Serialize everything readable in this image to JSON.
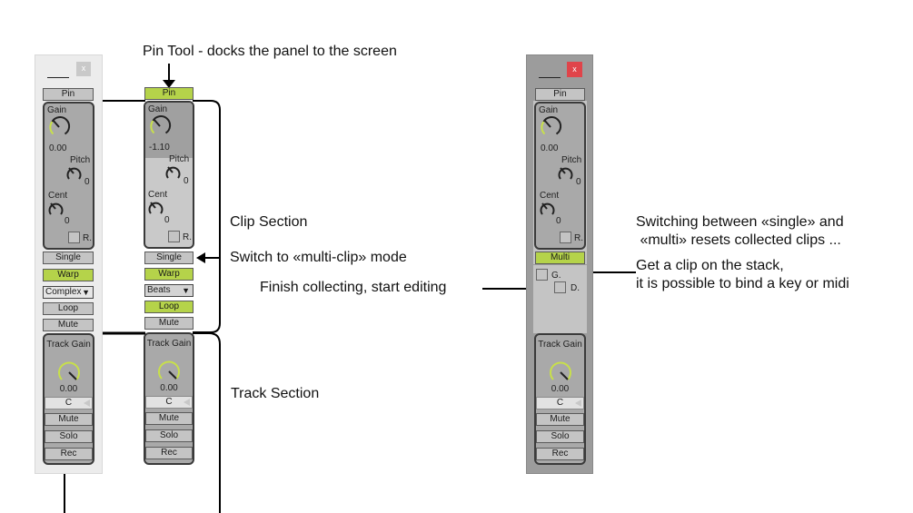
{
  "annotations": {
    "pin_tool": "Pin Tool - docks the panel to the screen",
    "clip_section": "Clip Section",
    "switch_multi": "Switch to «multi-clip» mode",
    "finish_collecting": "Finish collecting, start editing",
    "track_section": "Track Section",
    "switching_note": [
      "Switching between «single» and",
      " «multi» resets collected clips ...",
      "Get a clip on the stack,",
      "it is possible to bind a key or midi"
    ]
  },
  "panels": [
    {
      "id": "panel-a",
      "close_label": "x",
      "pin_label": "Pin",
      "pin_active": false,
      "gain_label": "Gain",
      "gain_value": "0.00",
      "pitch_label": "Pitch",
      "pitch_value": "0",
      "cent_label": "Cent",
      "cent_value": "0",
      "r_label": "R.",
      "mode_label": "Single",
      "warp_label": "Warp",
      "warp_mode": "Complex",
      "loop_label": "Loop",
      "loop_active": false,
      "clip_mute_label": "Mute",
      "track_gain_label": "Track Gain",
      "track_gain_value": "0.00",
      "key_value": "C",
      "track_mute_label": "Mute",
      "solo_label": "Solo",
      "rec_label": "Rec"
    },
    {
      "id": "panel-b",
      "pin_label": "Pin",
      "pin_active": true,
      "gain_label": "Gain",
      "gain_value": "-1.10",
      "pitch_label": "Pitch",
      "pitch_value": "0",
      "cent_label": "Cent",
      "cent_value": "0",
      "r_label": "R.",
      "mode_label": "Single",
      "warp_label": "Warp",
      "warp_mode": "Beats",
      "loop_label": "Loop",
      "loop_active": true,
      "clip_mute_label": "Mute",
      "track_gain_label": "Track Gain",
      "track_gain_value": "0.00",
      "key_value": "C",
      "track_mute_label": "Mute",
      "solo_label": "Solo",
      "rec_label": "Rec"
    },
    {
      "id": "panel-c",
      "close_label": "x",
      "pin_label": "Pin",
      "pin_active": false,
      "gain_label": "Gain",
      "gain_value": "0.00",
      "pitch_label": "Pitch",
      "pitch_value": "0",
      "cent_label": "Cent",
      "cent_value": "0",
      "r_label": "R.",
      "mode_label": "Multi",
      "g_label": "G.",
      "d_label": "D.",
      "track_gain_label": "Track Gain",
      "track_gain_value": "0.00",
      "key_value": "C",
      "track_mute_label": "Mute",
      "solo_label": "Solo",
      "rec_label": "Rec"
    }
  ],
  "colors": {
    "active_green": "#b5d34a",
    "close_red": "#e0444a",
    "knob_arc": "#c8e04a"
  }
}
